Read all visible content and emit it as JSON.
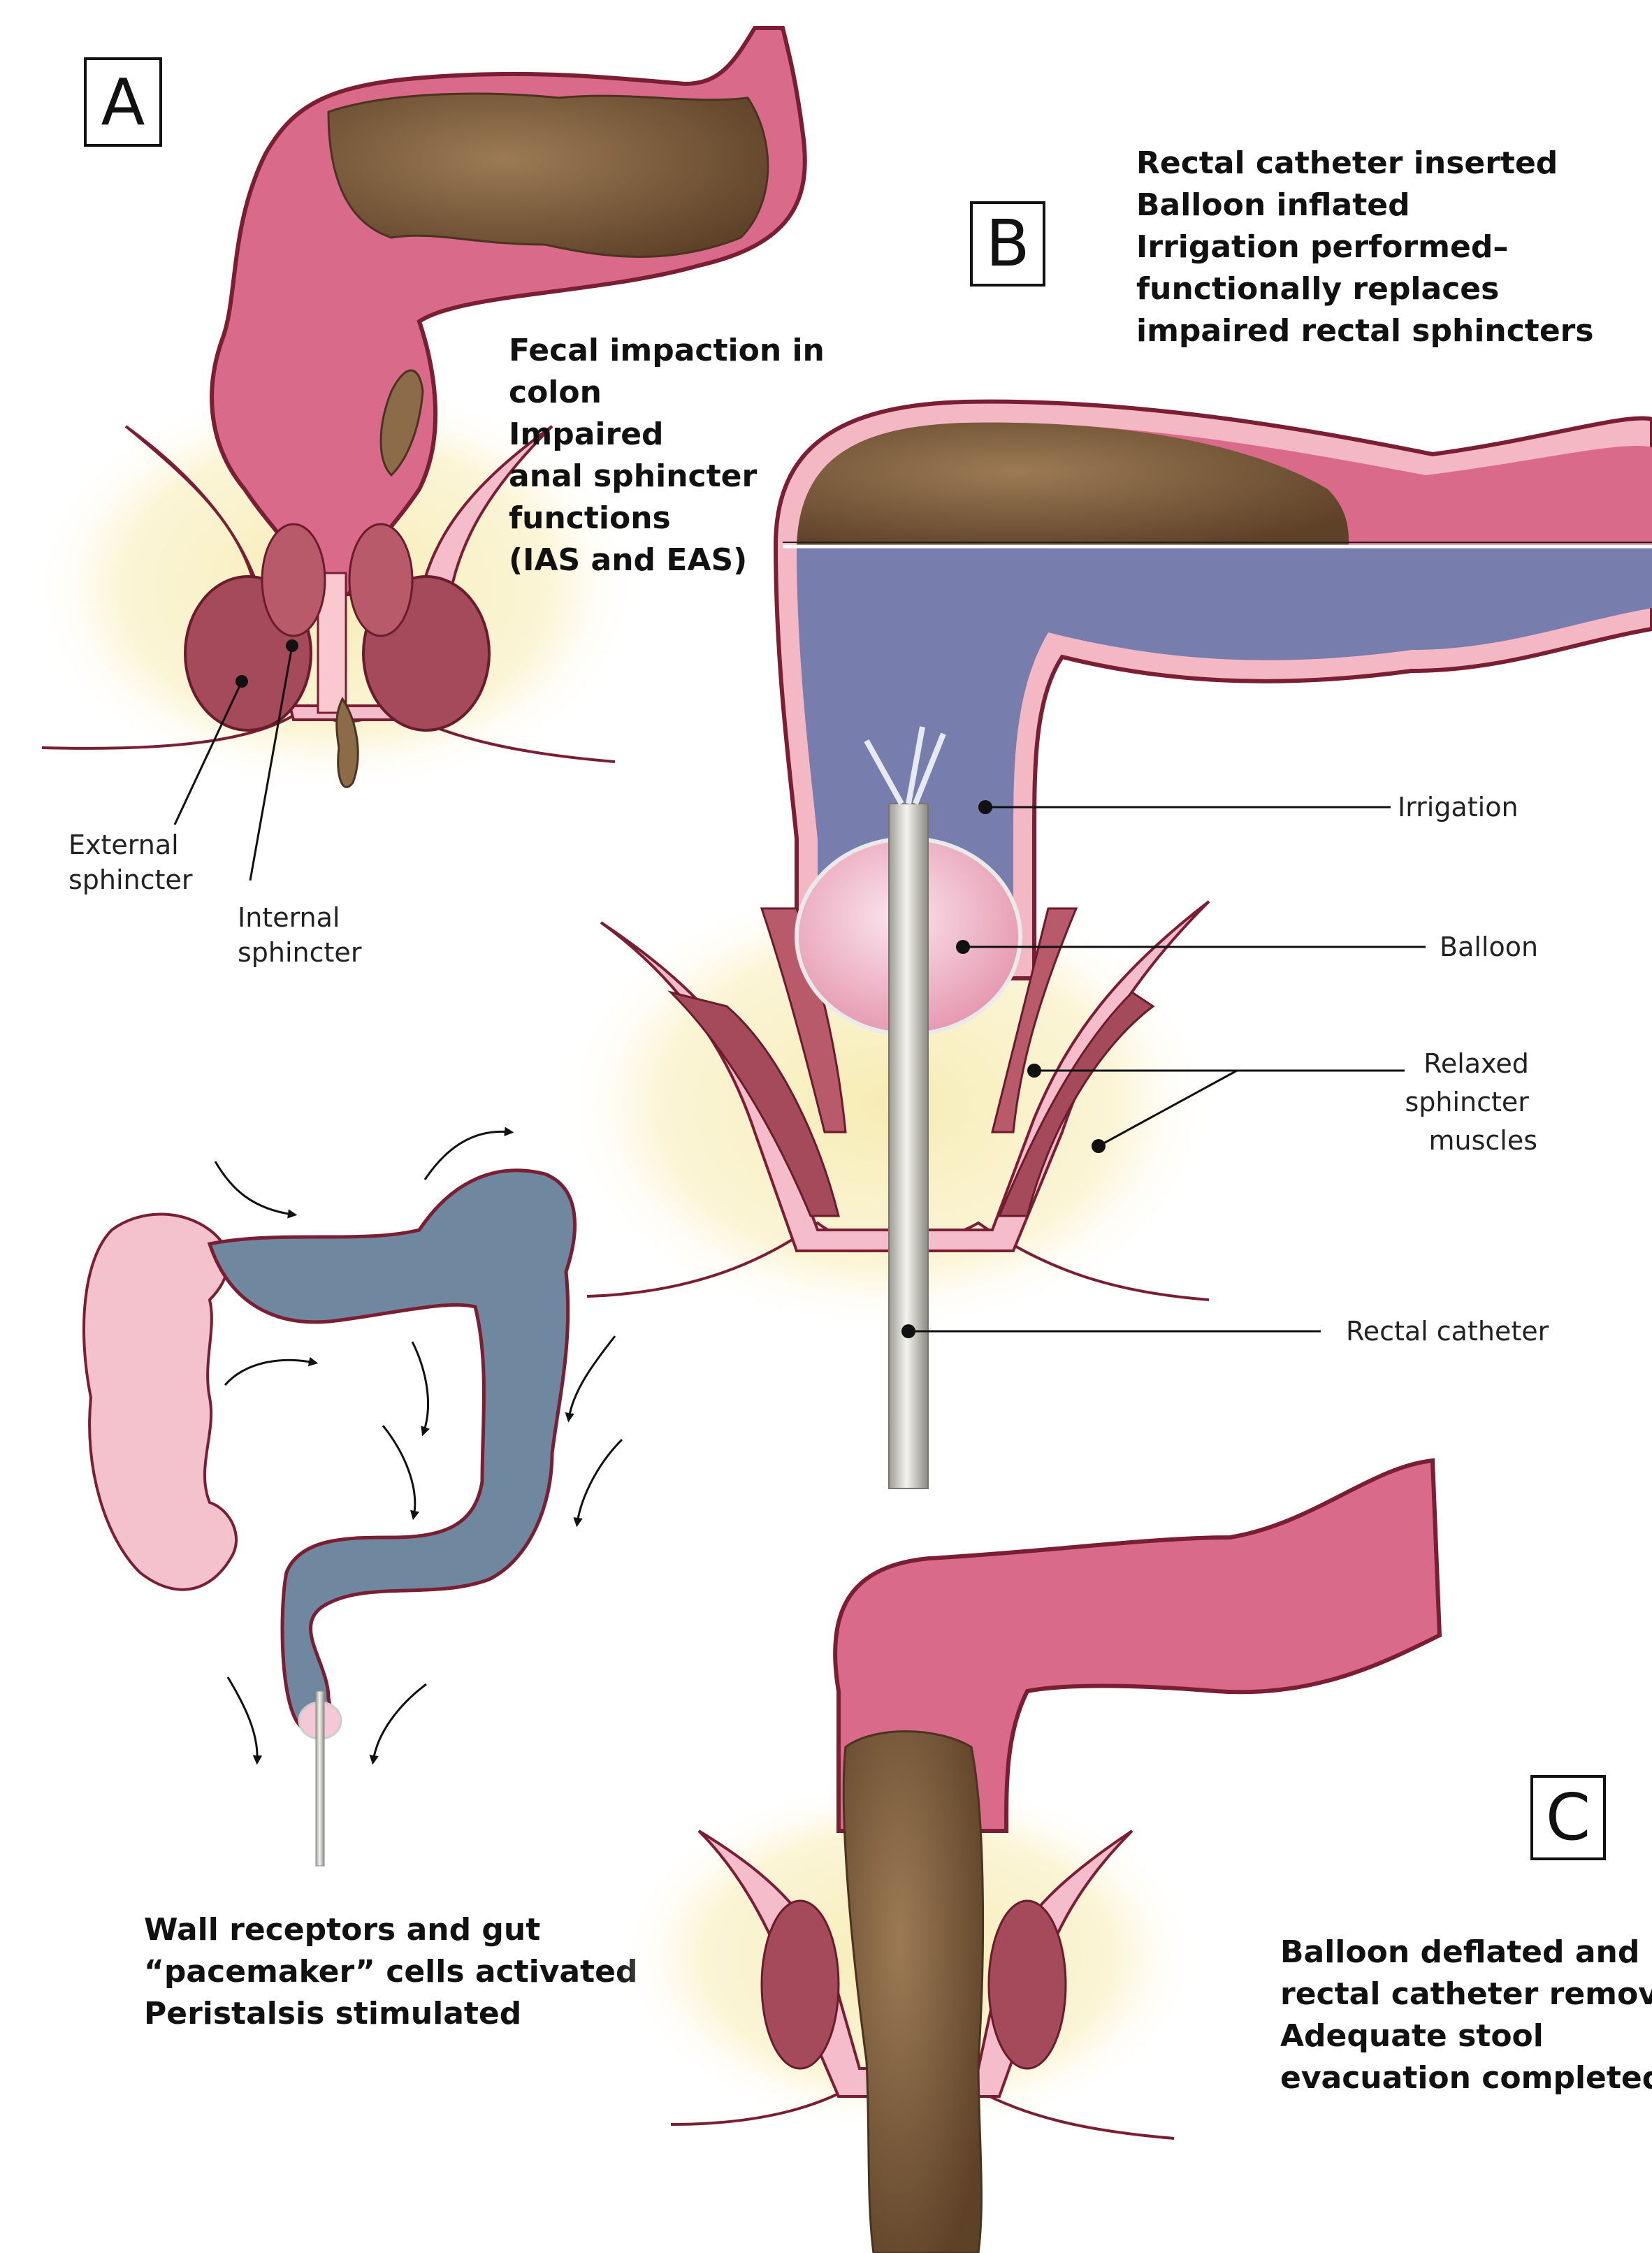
{
  "panel_a": {
    "letter": "A",
    "caption": [
      "Fecal impaction in",
      "colon",
      "Impaired",
      "anal sphincter",
      "functions",
      "(IAS and EAS)"
    ],
    "labels": {
      "external_sphincter": [
        "External",
        "sphincter"
      ],
      "internal_sphincter": [
        "Internal",
        "sphincter"
      ]
    }
  },
  "panel_b": {
    "letter": "B",
    "caption": [
      "Rectal catheter inserted",
      "Balloon inflated",
      "Irrigation performed–",
      "functionally replaces",
      "impaired rectal sphincters"
    ],
    "labels": {
      "irrigation": "Irrigation",
      "balloon": "Balloon",
      "relaxed_sphincter": [
        "Relaxed",
        "sphincter",
        "muscles"
      ],
      "rectal_catheter": "Rectal catheter"
    }
  },
  "peristalsis": {
    "caption": [
      "Wall receptors and gut",
      "“pacemaker” cells activated",
      "Peristalsis stimulated"
    ]
  },
  "panel_c": {
    "letter": "C",
    "caption": [
      "Balloon deflated and",
      "rectal catheter removed",
      "Adequate stool",
      "evacuation completed"
    ]
  },
  "colors": {
    "colon_pink": "#d96a8a",
    "colon_wall": "#f3b8c4",
    "colon_outline": "#7a1e34",
    "stool": "#7a5a3c",
    "irrigation_fluid": "#6f7fb0",
    "fat": "#f6eab0",
    "muscle": "#a44a5a",
    "catheter": "#d8d8d0",
    "balloon": "#f4c8d6"
  }
}
